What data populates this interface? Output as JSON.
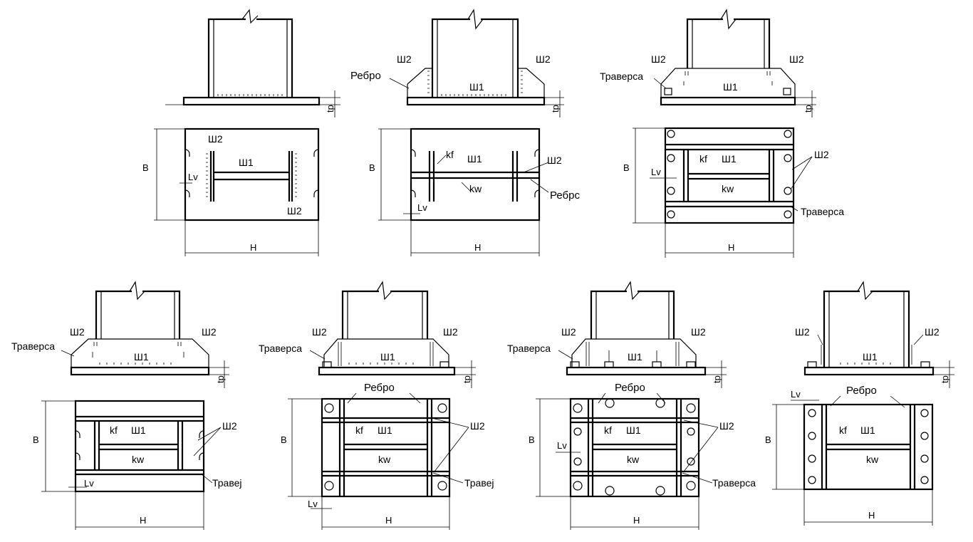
{
  "labels": {
    "sh1": "Ш1",
    "sh2": "Ш2",
    "rebro": "Ребро",
    "rebro_cut": "Ребрс",
    "traversa": "Траверса",
    "traversa_cut": "Травеј",
    "kf": "kf",
    "kw": "kw",
    "lv": "Lv",
    "B": "В",
    "H": "Н",
    "tp": "tp"
  },
  "colors": {
    "ink": "#000000",
    "paper": "#ffffff"
  }
}
